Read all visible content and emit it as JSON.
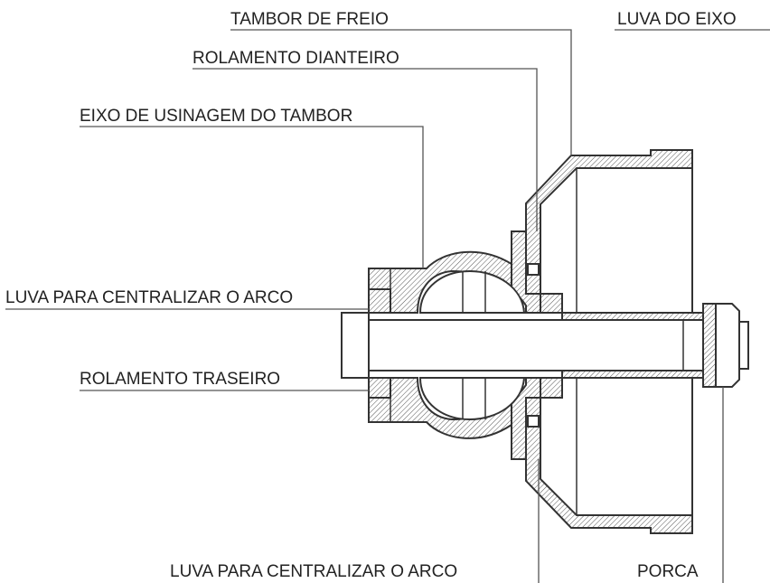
{
  "labels": {
    "brake_drum": "TAMBOR DE FREIO",
    "axle_sleeve": "LUVA DO EIXO",
    "front_bearing": "ROLAMENTO DIANTEIRO",
    "machining_shaft": "EIXO DE USINAGEM DO TAMBOR",
    "centering_sleeve_top": "LUVA PARA CENTRALIZAR O ARCO",
    "rear_bearing": "ROLAMENTO TRASEIRO",
    "centering_sleeve_bottom": "LUVA PARA CENTRALIZAR O ARCO",
    "nut": "PORCA"
  },
  "colors": {
    "line": "#333333",
    "hatch": "#555555",
    "text": "#222222"
  }
}
